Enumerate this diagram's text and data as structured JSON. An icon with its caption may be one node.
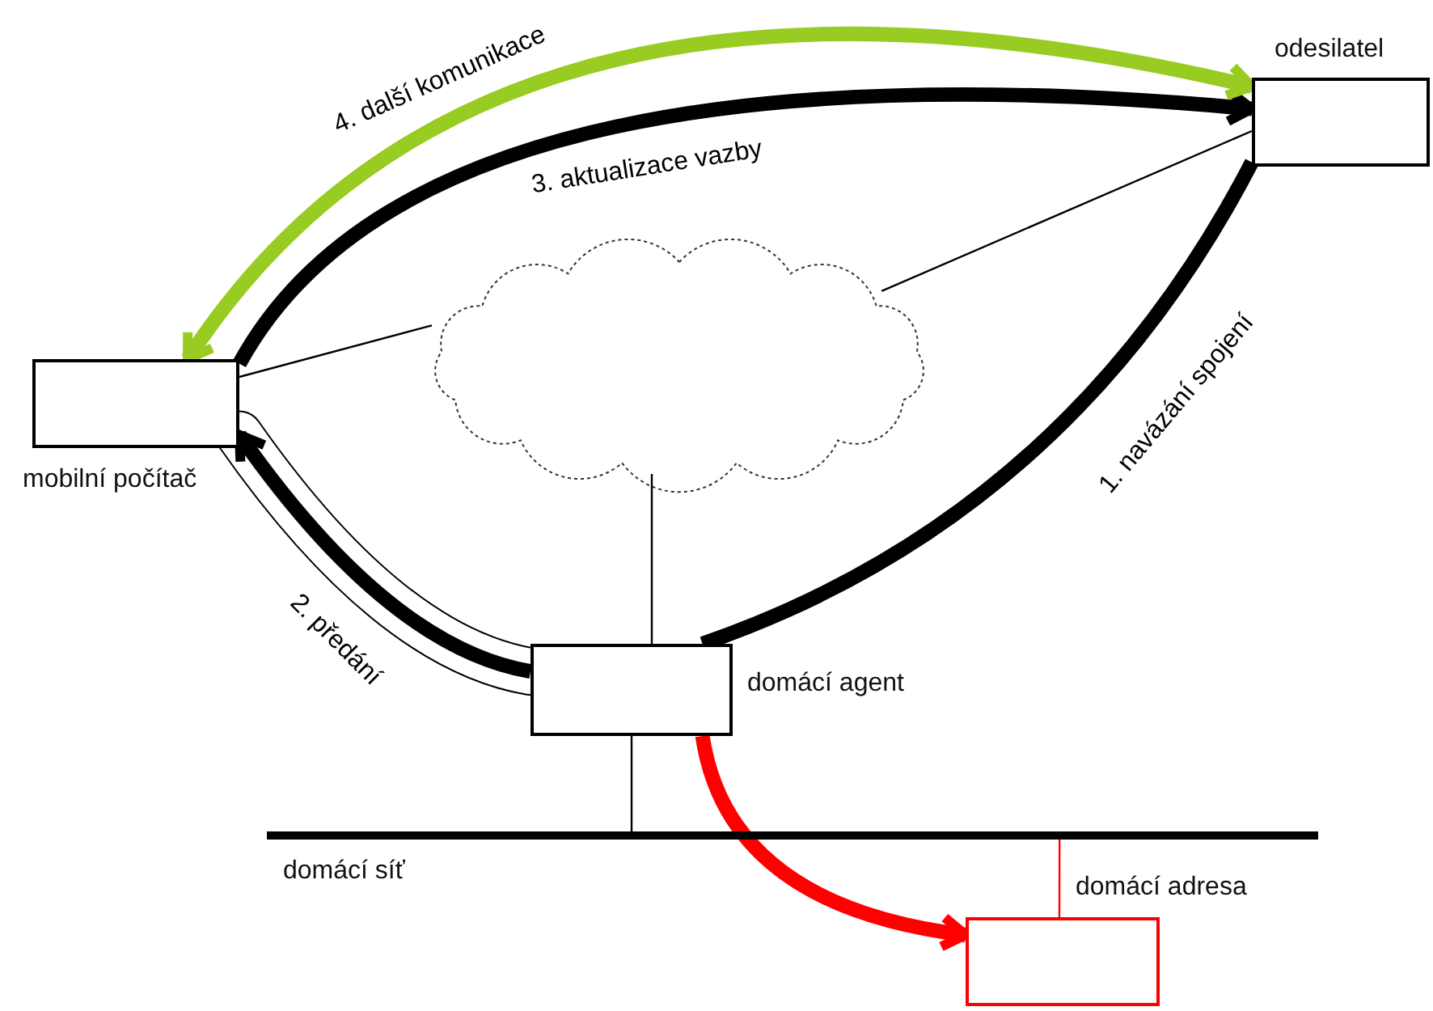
{
  "diagram": {
    "nodes": [
      {
        "text": [
          "odesilatel"
        ]
      },
      {
        "text": [],
        "shape": "cloud"
      },
      {
        "text": [
          "mobilní počítač"
        ]
      },
      {
        "text": [
          "domácí agent"
        ]
      },
      {
        "text": [
          "domácí síť"
        ]
      },
      {
        "text": [
          "domácí adresa"
        ]
      }
    ],
    "edges": [
      {
        "from": 0,
        "to": 3,
        "arrow": "none",
        "label": "1. navázání spojení",
        "style": "thick"
      },
      {
        "from": 3,
        "to": 5,
        "arrow": "to",
        "style": "thick",
        "color": "#ff0000"
      },
      {
        "from": 3,
        "to": 2,
        "arrow": "to",
        "label": "2. předání",
        "style": "thick"
      },
      {
        "from": 2,
        "to": 0,
        "arrow": "to",
        "label": "3. aktualizace vazby",
        "style": "thick"
      },
      {
        "from": 2,
        "to": 0,
        "arrow": "both",
        "label": "4. další komunikace",
        "style": "thick",
        "color": "#99cc22"
      },
      {
        "from": 1,
        "to": 2,
        "arrow": "none"
      },
      {
        "from": 1,
        "to": 0,
        "arrow": "none"
      },
      {
        "from": 1,
        "to": 3,
        "arrow": "none"
      },
      {
        "from": 3,
        "to": 4,
        "arrow": "none"
      },
      {
        "from": 4,
        "to": 5,
        "arrow": "none",
        "color": "#ff0000"
      }
    ]
  }
}
